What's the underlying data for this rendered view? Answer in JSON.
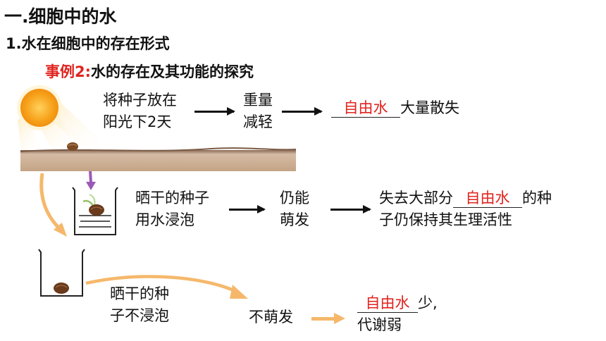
{
  "heading": {
    "section": "一.细胞中的水",
    "subsection": "1.水在细胞中的存在形式",
    "example_label": "事例2:",
    "example_title": "水的存在及其功能的探究"
  },
  "row1": {
    "step1_line1": "将种子放在",
    "step1_line2": "阳光下2天",
    "step2_line1": "重量",
    "step2_line2": "减轻",
    "answer": "自由水",
    "result": "大量散失"
  },
  "row2": {
    "step1_line1": "晒干的种子",
    "step1_line2": "用水浸泡",
    "step2_line1": "仍能",
    "step2_line2": "萌发",
    "result_prefix": "失去大部分",
    "answer": "自由水",
    "result_suffix": "的种",
    "result_line2": "子仍保持其生理活性"
  },
  "row3": {
    "step1_line1": "晒干的种",
    "step1_line2": "子不浸泡",
    "step2": "不萌发",
    "answer": "自由水",
    "result_suffix": "少,",
    "result_line2": "代谢弱"
  },
  "colors": {
    "answer_red": "#e0231e",
    "sun": "#f7a21b",
    "board": "#c9ab90",
    "arrow_orange": "#f5b86b",
    "arrow_purple": "#9b59b6"
  },
  "icons": [
    "sun-icon",
    "seed-icon",
    "beaker-icon",
    "sprout-icon"
  ]
}
